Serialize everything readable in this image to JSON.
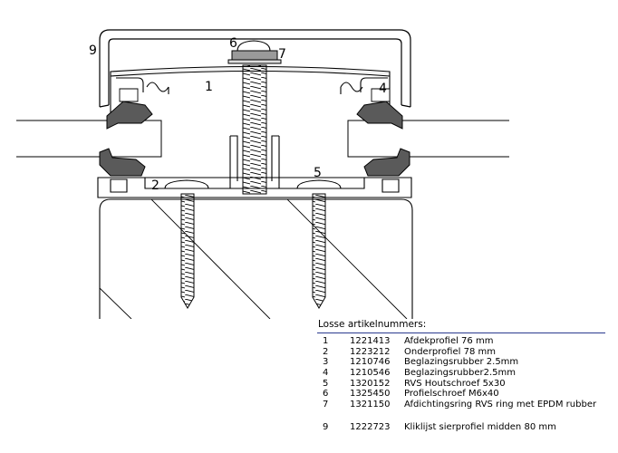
{
  "callouts": {
    "c1": "1",
    "c2": "2",
    "c4": "4",
    "c5": "5",
    "c6": "6",
    "c7": "7",
    "c9": "9"
  },
  "legend": {
    "title": "Losse artikelnummers:",
    "rows": [
      {
        "num": "1",
        "code": "1221413",
        "desc": "Afdekprofiel 76 mm"
      },
      {
        "num": "2",
        "code": "1223212",
        "desc": "Onderprofiel 78 mm"
      },
      {
        "num": "3",
        "code": "1210746",
        "desc": "Beglazingsrubber 2.5mm"
      },
      {
        "num": "4",
        "code": "1210546",
        "desc": "Beglazingsrubber2.5mm"
      },
      {
        "num": "5",
        "code": "1320152",
        "desc": "RVS Houtschroef 5x30"
      },
      {
        "num": "6",
        "code": "1325450",
        "desc": "Profielschroef M6x40"
      },
      {
        "num": "7",
        "code": "1321150",
        "desc": "Afdichtingsring RVS ring met EPDM rubber"
      },
      {
        "num": "9",
        "code": "1222723",
        "desc": "Kliklіjst sierprofiel midden 80 mm"
      }
    ]
  }
}
